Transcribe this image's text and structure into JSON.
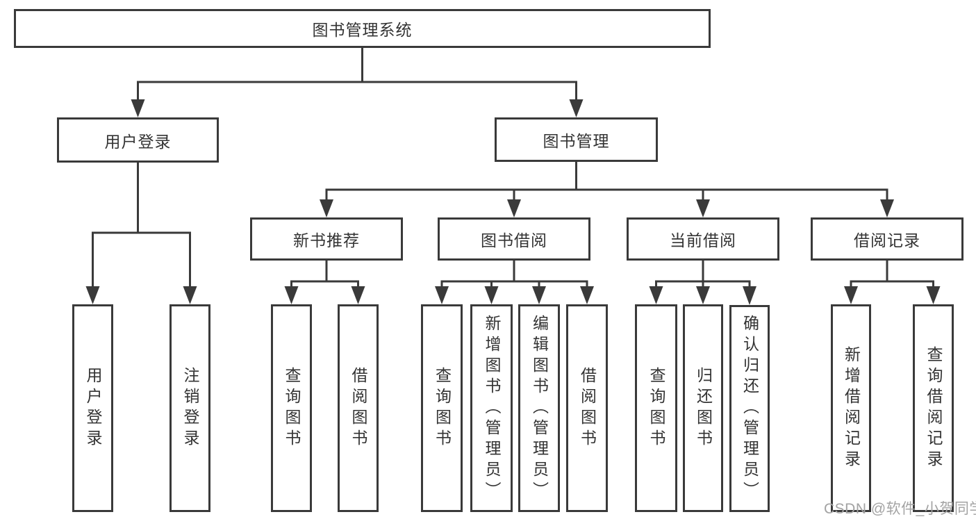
{
  "diagram": {
    "tree": {
      "label": "图书管理系统",
      "children": [
        {
          "label": "用户登录",
          "children": [
            {
              "label": "用户登录"
            },
            {
              "label": "注销登录"
            }
          ]
        },
        {
          "label": "图书管理",
          "children": [
            {
              "label": "新书推荐",
              "children": [
                {
                  "label": "查询图书"
                },
                {
                  "label": "借阅图书"
                }
              ]
            },
            {
              "label": "图书借阅",
              "children": [
                {
                  "label": "查询图书"
                },
                {
                  "label": "新增图书（管理员）"
                },
                {
                  "label": "编辑图书（管理员）"
                },
                {
                  "label": "借阅图书"
                }
              ]
            },
            {
              "label": "当前借阅",
              "children": [
                {
                  "label": "查询图书"
                },
                {
                  "label": "归还图书"
                },
                {
                  "label": "确认归还（管理员）"
                }
              ]
            },
            {
              "label": "借阅记录",
              "children": [
                {
                  "label": "新增借阅记录"
                },
                {
                  "label": "查询借阅记录"
                }
              ]
            }
          ]
        }
      ]
    }
  },
  "watermark": {
    "text": "CSDN @软件_小贺同学"
  },
  "colors": {
    "line": "#3a3a3a",
    "text": "#333333",
    "watermark": "#a3a3a3",
    "background": "#ffffff"
  }
}
